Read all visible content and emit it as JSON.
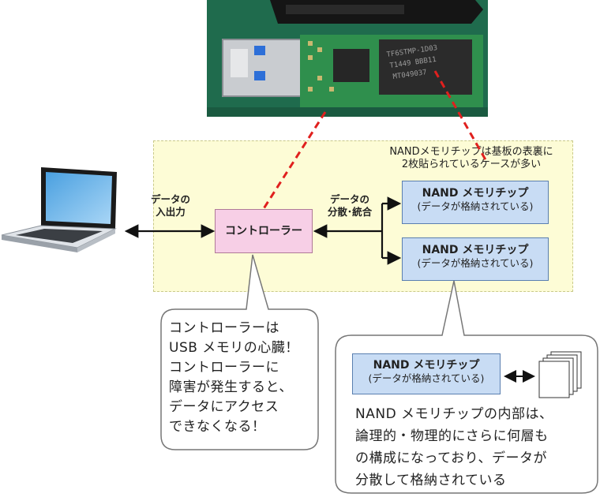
{
  "top_note": {
    "line1": "NANDメモリチップは基板の表裏に",
    "line2": "2枚貼られているケースが多い"
  },
  "laptop_label": {
    "line1": "データの",
    "line2": "入出力"
  },
  "distribute_label": {
    "line1": "データの",
    "line2": "分散･統合"
  },
  "controller": "コントローラー",
  "nand_chips": [
    {
      "title": "NAND メモリチップ",
      "sub": "(データが格納されている)"
    },
    {
      "title": "NAND メモリチップ",
      "sub": "(データが格納されている)"
    }
  ],
  "controller_callout": [
    "コントローラーは",
    "USB メモリの心臓！",
    "コントローラーに",
    "障害が発生すると、",
    "データにアクセス",
    "できなくなる！"
  ],
  "nand_detail": {
    "title": "NAND メモリチップ",
    "sub": "(データが格納されている)",
    "lines": [
      "NAND メモリチップの内部は、",
      "論理的・物理的にさらに何層も",
      "の構成になっており、データが",
      "分散して格納されている"
    ]
  },
  "photo_chip_text": [
    "TF6STMP-1D03",
    "T1449 BBB11",
    "MT049037"
  ],
  "colors": {
    "zone_fill": "#fdfcd6",
    "controller_fill": "#f7cfe6",
    "nand_fill": "#c8dcf4",
    "pcb_green": "#2f8f4d",
    "dashed_red": "#e0201e"
  }
}
